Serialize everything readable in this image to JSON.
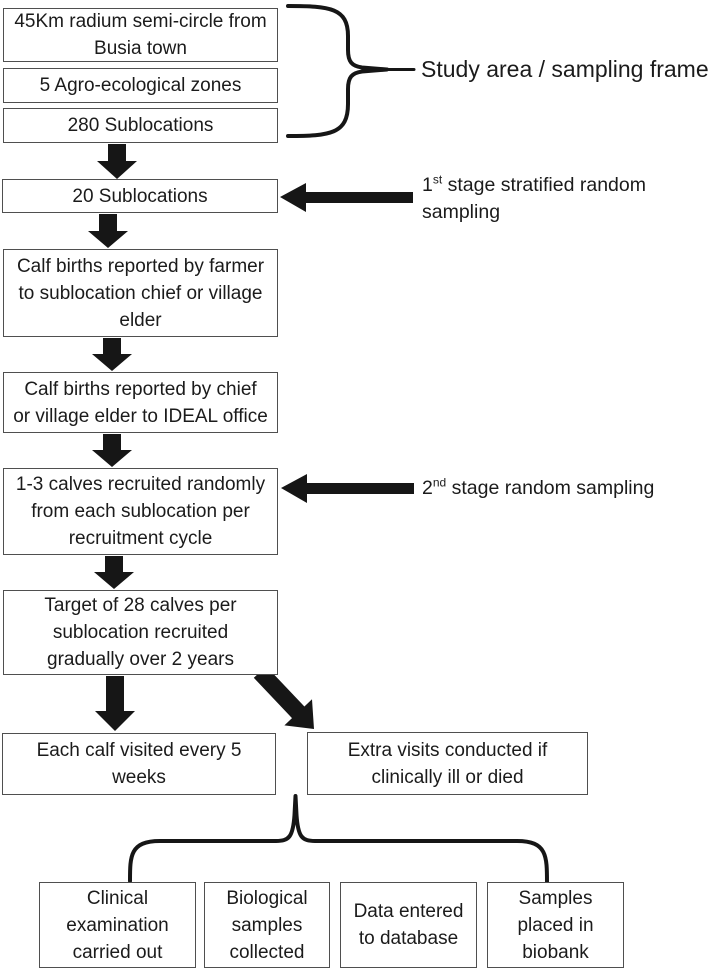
{
  "colors": {
    "background": "#ffffff",
    "ink": "#161616",
    "box_border": "#4f4f4f",
    "text": "#1b1b1b"
  },
  "boxes": {
    "radius": "45Km radium semi-circle from\nBusia town",
    "zones": "5 Agro-ecological zones",
    "sublocations_280": "280 Sublocations",
    "sublocations_20": "20 Sublocations",
    "births_farmer": "Calf births reported by farmer\nto sublocation chief or village\nelder",
    "births_chief": "Calf births reported by chief\nor village elder to IDEAL office",
    "calves_recruited": "1-3 calves recruited randomly\nfrom each sublocation per\nrecruitment cycle",
    "target": "Target of 28 calves per\nsublocation recruited\ngradually over 2 years",
    "routine_visits": "Each calf visited every 5\nweeks",
    "extra_visits": "Extra visits conducted if\nclinically ill or died",
    "clinical_exam": "Clinical\nexamination\ncarried out",
    "biological_samples": "Biological\nsamples\ncollected",
    "data_entry": "Data entered\nto database",
    "biobank": "Samples\nplaced in\nbiobank"
  },
  "annotations": {
    "study_area_label": "Study area / sampling frame",
    "stage1": {
      "num": "1",
      "ord": "st",
      "text": " stage stratified random\nsampling"
    },
    "stage2": {
      "num": "2",
      "ord": "nd",
      "text": " stage random sampling"
    }
  },
  "graphics": [
    {
      "name": "curly-brace-right",
      "meaning": "groups top three boxes as study area / sampling frame"
    },
    {
      "name": "arrow-left-stage1",
      "meaning": "points from stage-1 label into 20 Sublocations box"
    },
    {
      "name": "arrow-left-stage2",
      "meaning": "points from stage-2 label into 1-3 calves box"
    },
    {
      "name": "arrow-down",
      "meaning": "flow from one step to the next (6 instances)"
    },
    {
      "name": "arrow-diagonal-down-right",
      "meaning": "flow from target box to extra visits box"
    },
    {
      "name": "curly-brace-up",
      "meaning": "fans visits out to four activity boxes"
    }
  ]
}
